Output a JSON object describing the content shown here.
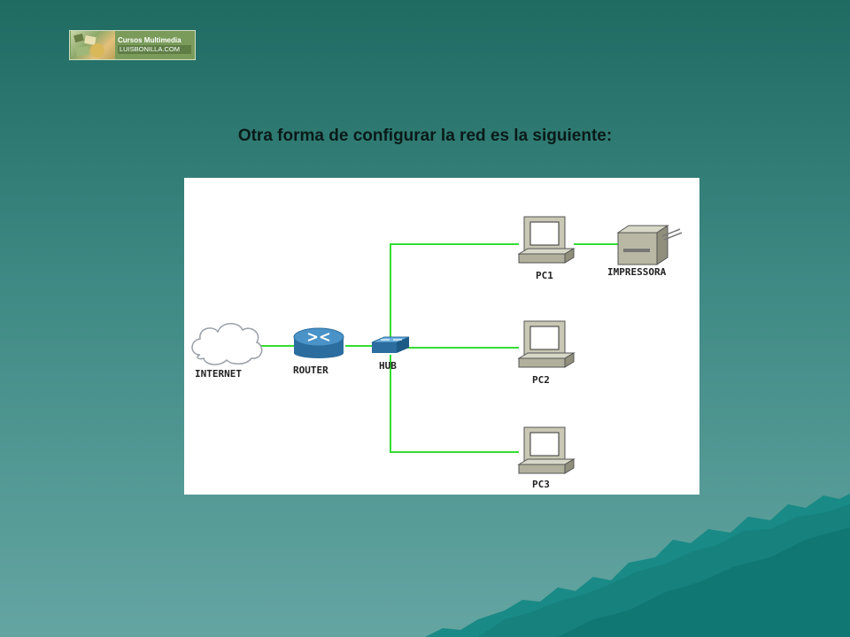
{
  "logo": {
    "line1": "Cursos Multimedia",
    "line2": "LUISBONILLA.COM"
  },
  "slide": {
    "title": "Otra forma de configurar la red es la siguiente:"
  },
  "diagram": {
    "nodes": {
      "internet": "INTERNET",
      "router": "ROUTER",
      "hub": "HUB",
      "pc1": "PC1",
      "pc2": "PC2",
      "pc3": "PC3",
      "printer": "IMPRESSORA"
    },
    "icons": [
      "cloud-icon",
      "router-icon",
      "hub-icon",
      "computer-icon",
      "printer-icon"
    ],
    "colors": {
      "link": "#33dd33",
      "device": "#c8c8b4"
    }
  },
  "colors": {
    "background_top": "#1f6b62",
    "background_bottom": "#64a5a2",
    "mountain": "#1a8a86"
  }
}
